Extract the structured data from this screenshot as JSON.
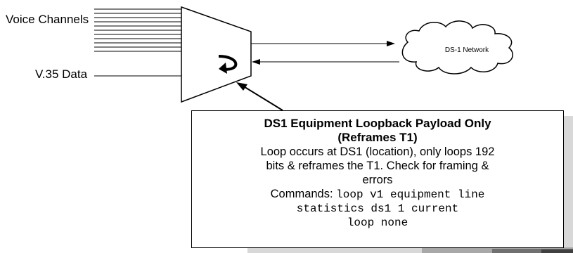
{
  "inputs": {
    "voice_line1": "Voice",
    "voice_line2": "Channels",
    "data_line1": "V.35",
    "data_line2": "Data"
  },
  "network": {
    "label": "DS-1 Network"
  },
  "callout": {
    "title_line1": "DS1 Equipment Loopback Payload Only",
    "title_line2": "(Reframes T1)",
    "body_line1": "Loop occurs at DS1 (location), only loops 192",
    "body_line2": "bits & reframes the T1. Check for framing &",
    "body_line3": "errors",
    "commands_label": "Commands:",
    "command1": "loop v1 equipment line",
    "command2": "statistics ds1 1 current",
    "command3": "loop none"
  }
}
